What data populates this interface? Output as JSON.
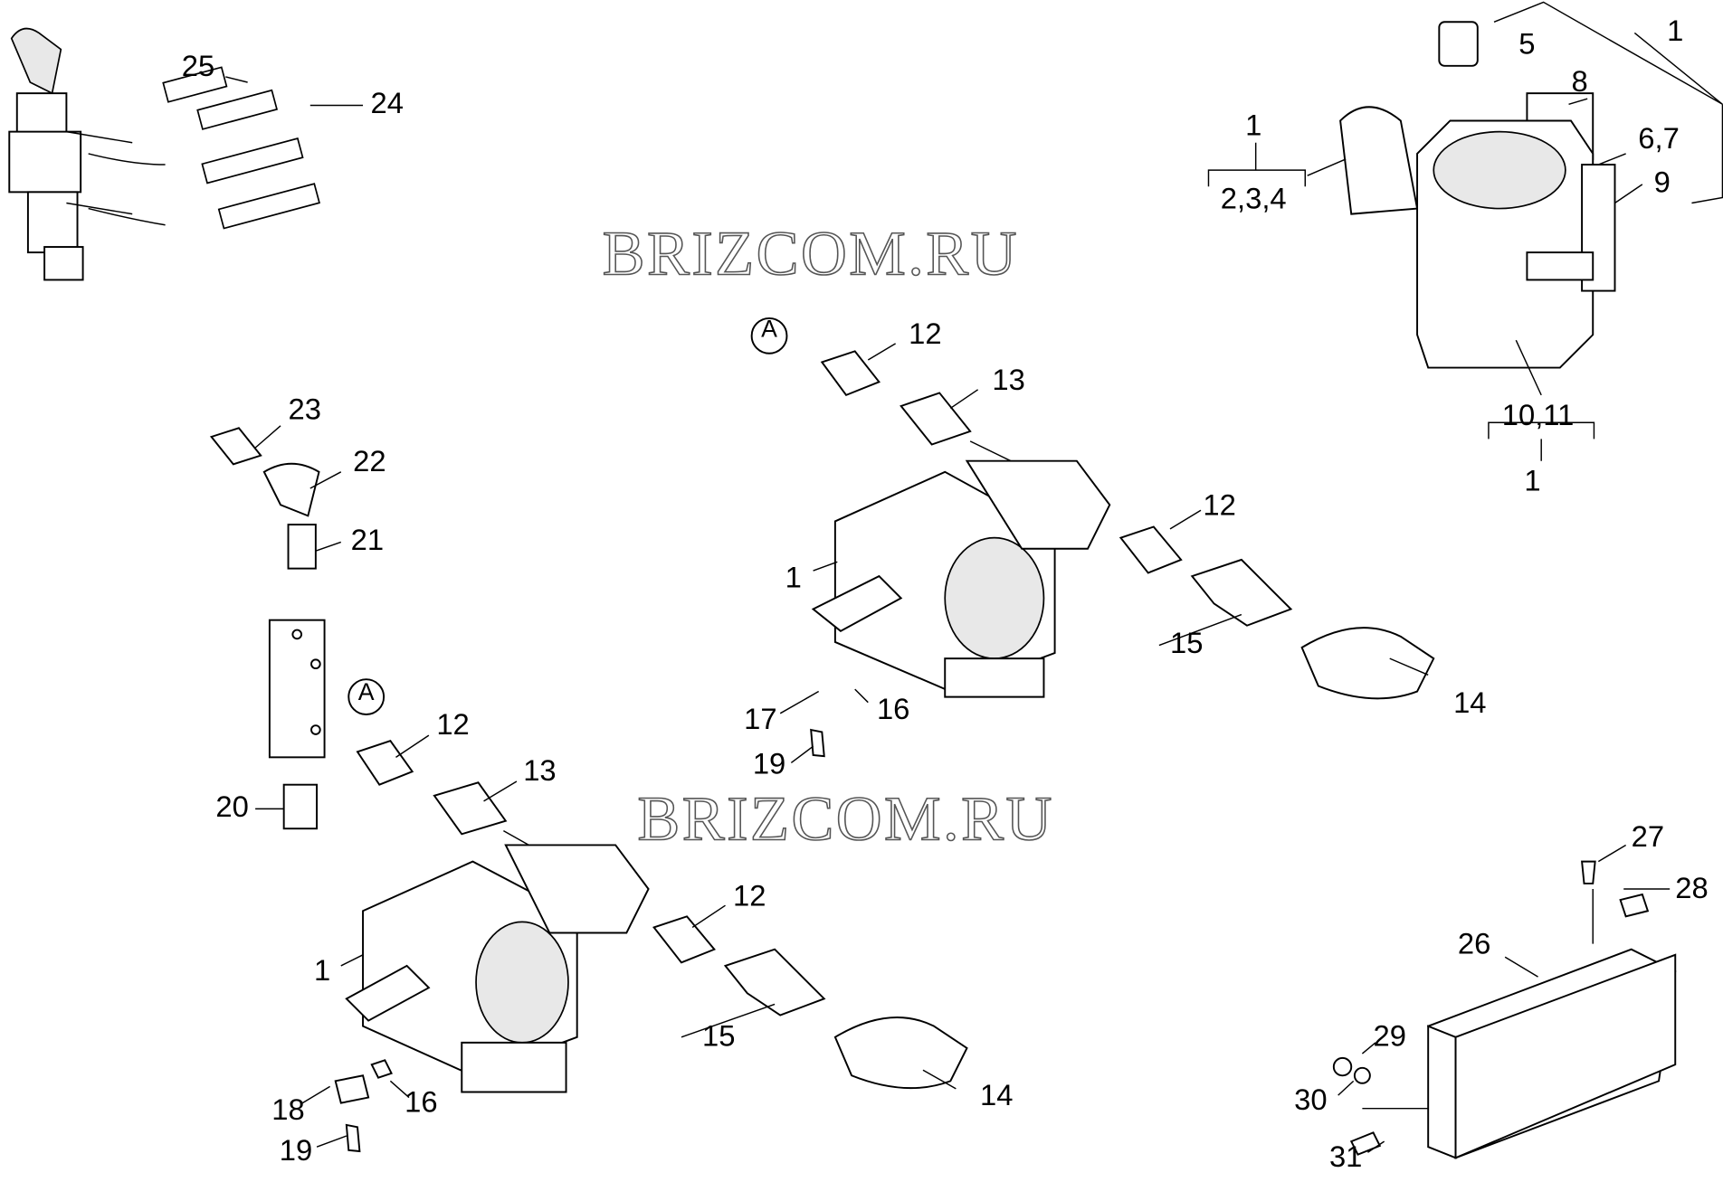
{
  "watermark": "BRIZCOM.RU",
  "labels": [
    "25",
    "24",
    "1",
    "5",
    "8",
    "1",
    "6,7",
    "2,3,4",
    "9",
    "12",
    "13",
    "10,11",
    "1",
    "23",
    "22",
    "21",
    "12",
    "1",
    "15",
    "14",
    "17",
    "16",
    "19",
    "12",
    "13",
    "20",
    "12",
    "1",
    "15",
    "14",
    "18",
    "16",
    "19",
    "27",
    "28",
    "26",
    "29",
    "30",
    "31"
  ],
  "callout_marks": [
    "A",
    "A"
  ]
}
